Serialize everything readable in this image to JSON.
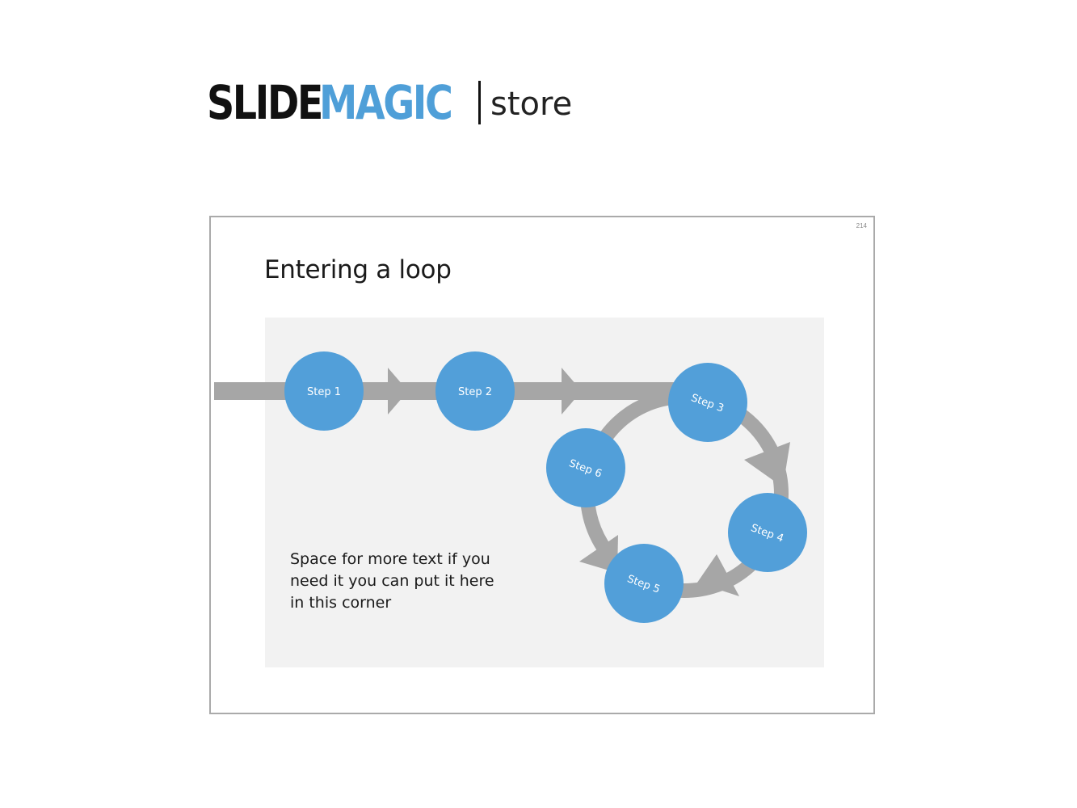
{
  "logo": {
    "slide": "SLIDE",
    "magic": "MAGIC",
    "store": "store"
  },
  "slide": {
    "number": "214",
    "title": "Entering a loop",
    "note": "Space for more text if you need it you can put it here in this corner"
  },
  "diagram": {
    "steps": [
      "Step 1",
      "Step 2",
      "Step 3",
      "Step 4",
      "Step 5",
      "Step 6"
    ]
  },
  "colors": {
    "accent": "#4f9fd8",
    "circle": "#529fd9",
    "arrow": "#a6a6a6",
    "panel": "#f2f2f2"
  }
}
